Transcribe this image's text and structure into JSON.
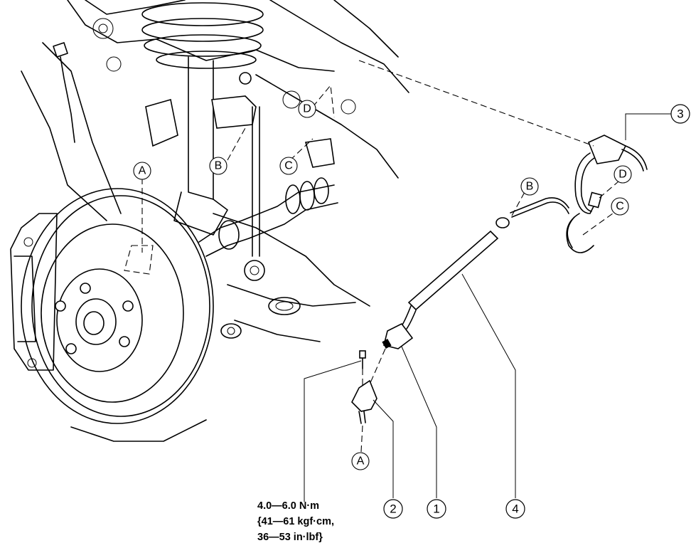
{
  "callouts": [
    "1",
    "2",
    "3",
    "4"
  ],
  "letters": [
    "A",
    "B",
    "C",
    "D"
  ],
  "torque": {
    "line1": "4.0—6.0 N·m",
    "line2": "{41—61 kgf·cm,",
    "line3": "36—53 in·lbf}"
  }
}
